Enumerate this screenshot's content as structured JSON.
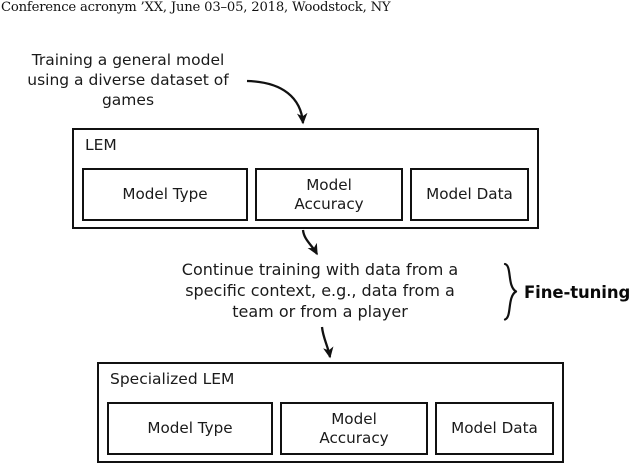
{
  "header": {
    "running_text": "Conference acronym ’XX, June 03–05, 2018, Woodstock, NY"
  },
  "diagram": {
    "step1_caption": "Training a general model\nusing a diverse dataset of\ngames",
    "step2_caption": "Continue training with data from a\nspecific context, e.g., data from a\nteam or from a player",
    "annotation_label": "Fine-tuning",
    "boxes": [
      {
        "title": "LEM",
        "slots": [
          "Model Type",
          "Model\nAccuracy",
          "Model Data"
        ]
      },
      {
        "title": "Specialized LEM",
        "slots": [
          "Model Type",
          "Model\nAccuracy",
          "Model Data"
        ]
      }
    ]
  },
  "colors": {
    "stroke": "#111111",
    "text": "#1a1a1a",
    "background": "#ffffff"
  }
}
